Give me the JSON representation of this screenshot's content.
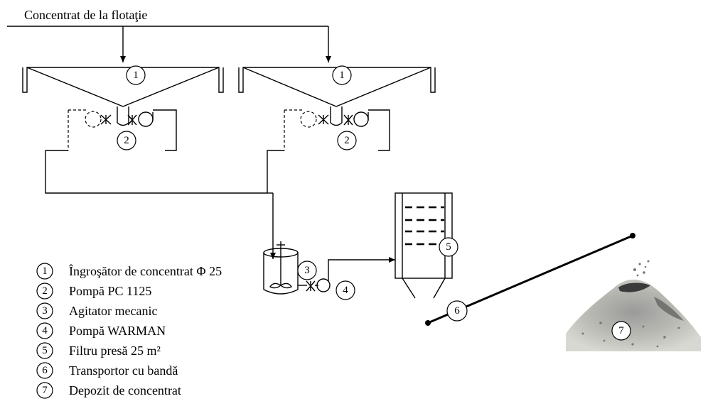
{
  "title": "Concentrat de la flotaţie",
  "callouts": [
    "1",
    "2",
    "3",
    "4",
    "5",
    "6",
    "7"
  ],
  "legend": [
    {
      "number": "1",
      "label": "Îngroşător de concentrat Φ 25"
    },
    {
      "number": "2",
      "label": "Pompă PC 1125"
    },
    {
      "number": "3",
      "label": "Agitator mecanic"
    },
    {
      "number": "4",
      "label": "Pompă WARMAN"
    },
    {
      "number": "5",
      "label": "Filtru presă 25 m²"
    },
    {
      "number": "6",
      "label": "Transportor cu bandă"
    },
    {
      "number": "7",
      "label": "Depozit de concentrat"
    }
  ]
}
